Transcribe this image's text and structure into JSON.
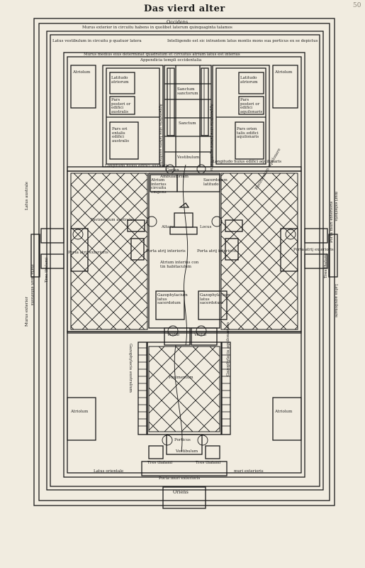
{
  "header": {
    "title": "Das vierd alter",
    "folio": "50"
  },
  "plan": {
    "top_outer_1": "Occidens",
    "top_outer_2": "Murus exterior in circuitu habens in quolibet laterum quinquaginta talamos",
    "top_outer_3": "Latus vestibulum in circuitu p quatuor latera",
    "top_outer_4": "Intelligendo est sic intrantem latus montis mons sua porticus ex se depictus",
    "top_outer_5": "Murus medius eius determinat quadratum et circuitus atrium latus est interius",
    "top_outer_6": "Appendicia templi occidentalia",
    "atriolum_tl": "Atriolum",
    "atriolum_tr": "Atriolum",
    "latitudo_left": "Latitudo atriorum",
    "latitudo_right": "Latitudo atriorum",
    "pars_left_1": "Pars posteri or edifici australis",
    "pars_left_2": "Pars ori entalis edifici australis",
    "pars_right_1": "Pars posteri or edifici aquilonaris",
    "pars_right_2": "Pars orien talis edifici aquilonaris",
    "sanctum": "Sanctum sanctorum",
    "sanctum_2": "Sanctum",
    "vestibulum": "Vestibulum",
    "appendicia_left": "Appendicia sive latera australia",
    "appendicia_right": "Appendicia sive latera aquilonaria",
    "longitudo_left": "Longitudo huius edifici australis",
    "longitudo_right": "Longitudo huius edifici aquilonaris",
    "ambulatorium": "Ambulatorium",
    "cortex": "Cortex",
    "atrium_interius": "Atrium interius circuitu emgens",
    "sacerdotum": "Sacerdotum latitudo",
    "gazophylacium": "Gazophylacium",
    "pavimentum_left": "Pavimentum australe",
    "pavimentum_right": "Pavimentum aquilonare",
    "altare": "Altare",
    "locus": "Locus",
    "porta_atrij_left": "Porta atrij exterioris",
    "porta_atrij_inter_left": "Porta atrij interioris",
    "porta_atrij_inter_right": "Porta atrij interioris",
    "atrium_interius_2": "Atrium interius con tin habitaculum",
    "gazophylacium_left": "Gazophylacium latus sacerdotum",
    "gazophylacium_right": "Gazophylacium latus sacerdotum",
    "vestib_left": "Vestibulum",
    "vestib_right": "Vestibulum",
    "vestib_bl": "Vestib",
    "vestib_br": "Vestib",
    "gazophylacia_mid": "Gazophylacia australium",
    "gazophylacia_mid_r": "Gazophylacia aquilonarium",
    "pavimentum_bottom": "Pavimentum",
    "atriolum_bl": "Atriolum",
    "atriolum_br": "Atriolum",
    "porticus": "Porticus",
    "vestibulum_bottom": "Vestibulum",
    "tres_thalami_bl": "Tres thalami",
    "tres_thalami_br": "Tres thalami",
    "latus_orientale": "Latus orientale",
    "muri_exterioris": "muri exterioris",
    "porta_muri": "Porta muri exterioris",
    "oriens": "Oriens",
    "left_side_1": "Latus australe",
    "left_side_2": "Porta muri exterioris",
    "left_side_3": "Murus exterior",
    "left_side_4": "Tres thalami",
    "right_side_1": "Latus aquilonare",
    "right_side_2": "muri exterioris",
    "right_side_3": "Porta muri exterioris",
    "right_side_4": "Tres thalami",
    "porta_right": "Porta atrij exterioris"
  }
}
